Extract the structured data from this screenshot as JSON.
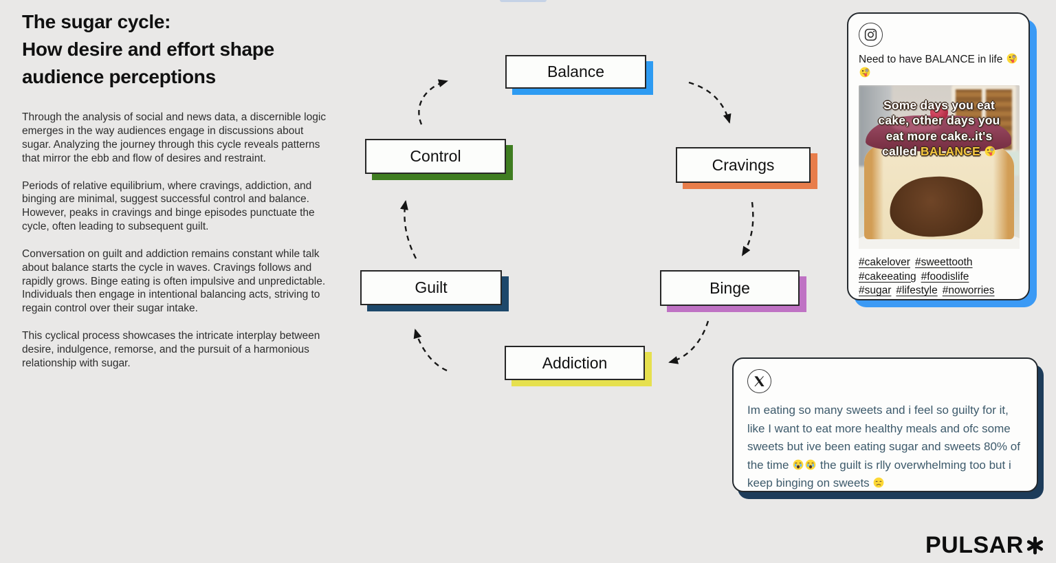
{
  "title": {
    "lines": [
      "The sugar cycle:",
      "How desire and effort shape",
      "audience perceptions"
    ]
  },
  "body_paragraphs": [
    "Through the analysis of social and news data, a discernible logic emerges in the way audiences engage in discussions about sugar. Analyzing the journey through this cycle reveals patterns that mirror the ebb and flow of desires and restraint.",
    "Periods of relative equilibrium, where cravings, addiction, and binging are minimal, suggest successful control and balance. However, peaks in cravings and binge episodes punctuate the cycle, often leading to subsequent guilt.",
    "Conversation on guilt and addiction remains constant while talk about balance starts the cycle in waves. Cravings follows and rapidly grows. Binge eating is often impulsive and unpredictable. Individuals then engage in intentional balancing acts, striving to regain control over their sugar intake.",
    "This cyclical process showcases the intricate interplay between desire, indulgence, remorse, and the pursuit of a harmonious relationship with sugar."
  ],
  "cycle": {
    "nodes": [
      {
        "id": "balance",
        "label": "Balance",
        "shadow_color": "#2e9bf2"
      },
      {
        "id": "cravings",
        "label": "Cravings",
        "shadow_color": "#e87d4b"
      },
      {
        "id": "binge",
        "label": "Binge",
        "shadow_color": "#bf72c4"
      },
      {
        "id": "addiction",
        "label": "Addiction",
        "shadow_color": "#e6e04e"
      },
      {
        "id": "guilt",
        "label": "Guilt",
        "shadow_color": "#1d486b"
      },
      {
        "id": "control",
        "label": "Control",
        "shadow_color": "#3f7d21"
      }
    ]
  },
  "instagram_post": {
    "network": "Instagram",
    "icon": "instagram-icon",
    "caption": "Need to have BALANCE in life 🤪🤪",
    "image_overlay": {
      "lines": [
        "Some days you eat",
        "cake, other days you",
        "eat more cake..it's"
      ],
      "last_line_prefix": "called ",
      "highlight": "BALANCE",
      "highlight_color": "#f2c43d",
      "last_line_emoji": "🤪"
    },
    "hashtags": [
      [
        "#cakelover",
        "#sweettooth"
      ],
      [
        "#cakeeating",
        "#foodislife"
      ],
      [
        "#sugar",
        "#lifestyle",
        "#noworries"
      ]
    ],
    "shadow_color": "#3b9af5"
  },
  "x_post": {
    "network": "X",
    "icon": "x-icon",
    "text": "Im eating so many sweets and i feel so guilty for it, like I want to eat more healthy meals and ofc some sweets but ive been eating sugar and sweets 80% of the time 😭😭 the guilt is rlly overwhelming too but i keep binging on sweets 😞",
    "shadow_color": "#1d3c5a"
  },
  "brand": {
    "logo_text": "PULSAR",
    "logo_mark": "✱"
  }
}
